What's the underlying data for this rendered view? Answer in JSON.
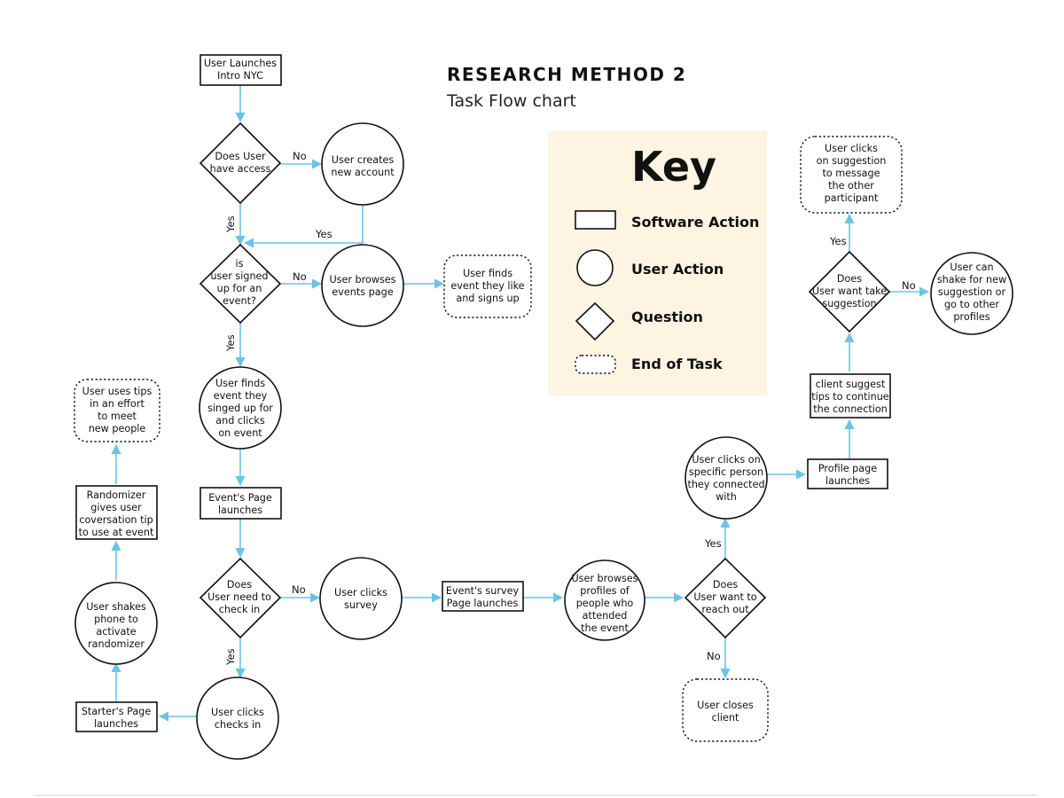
{
  "header": {
    "title": "RESEARCH METHOD 2",
    "subtitle": "Task Flow chart"
  },
  "key": {
    "title": "Key",
    "items": [
      {
        "label": "Software Action"
      },
      {
        "label": "User Action"
      },
      {
        "label": "Question"
      },
      {
        "label": "End of Task"
      }
    ]
  },
  "nodes": {
    "launch": [
      "User Launches",
      "Intro NYC"
    ],
    "access_q": [
      "Does User",
      "have access"
    ],
    "create_account": [
      "User creates",
      "new account"
    ],
    "signed_q": [
      "is",
      "user signed",
      "up for an",
      "event?"
    ],
    "browse_events": [
      "User browses",
      "events page"
    ],
    "finds_event_end": [
      "User finds",
      "event they like",
      "and signs up"
    ],
    "finds_signed": [
      "User finds",
      "event they",
      "singed up for",
      "and clicks",
      "on event"
    ],
    "event_page": [
      "Event's Page",
      "launches"
    ],
    "checkin_q": [
      "Does",
      "User need to",
      "check in"
    ],
    "clicks_survey": [
      "User clicks",
      "survey"
    ],
    "survey_page": [
      "Event's survey",
      "Page launches"
    ],
    "browse_profiles": [
      "User browses",
      "profiles of",
      "people who",
      "attended",
      "the event"
    ],
    "reach_q": [
      "Does",
      "User want to",
      "reach out"
    ],
    "closes_client": [
      "User closes",
      "client"
    ],
    "clicks_person": [
      "User clicks on",
      "specific person",
      "they connected",
      "with"
    ],
    "profile_page": [
      "Profile page",
      "launches"
    ],
    "client_suggest": [
      "client suggest",
      "tips to continue",
      "the connection"
    ],
    "suggestion_q": [
      "Does",
      "User want take",
      "suggestion"
    ],
    "message_end": [
      "User clicks",
      "on suggestion",
      "to message",
      "the other",
      "participant"
    ],
    "shake_new": [
      "User can",
      "shake for new",
      "suggestion  or",
      "go to other",
      "profiles"
    ],
    "clicks_checkin": [
      "User clicks",
      "checks in"
    ],
    "starter_page": [
      "Starter's Page",
      "launches"
    ],
    "shake_phone": [
      "User shakes",
      "phone to",
      "activate",
      "randomizer"
    ],
    "randomizer": [
      "Randomizer",
      "gives user",
      "coversation tip",
      "to use at event"
    ],
    "tips_end": [
      "User uses tips",
      "in an effort",
      "to meet",
      "new people"
    ]
  },
  "edge_labels": {
    "access_no": "No",
    "access_yes": "Yes",
    "create_yes": "Yes",
    "signed_no": "No",
    "signed_yes": "Yes",
    "checkin_no": "No",
    "checkin_yes": "Yes",
    "reach_yes": "Yes",
    "reach_no": "No",
    "suggestion_yes": "Yes",
    "suggestion_no": "No"
  },
  "colors": {
    "connector": "#6cc3e8",
    "key_background": "#fdf4e2",
    "shape_stroke": "#111111"
  }
}
